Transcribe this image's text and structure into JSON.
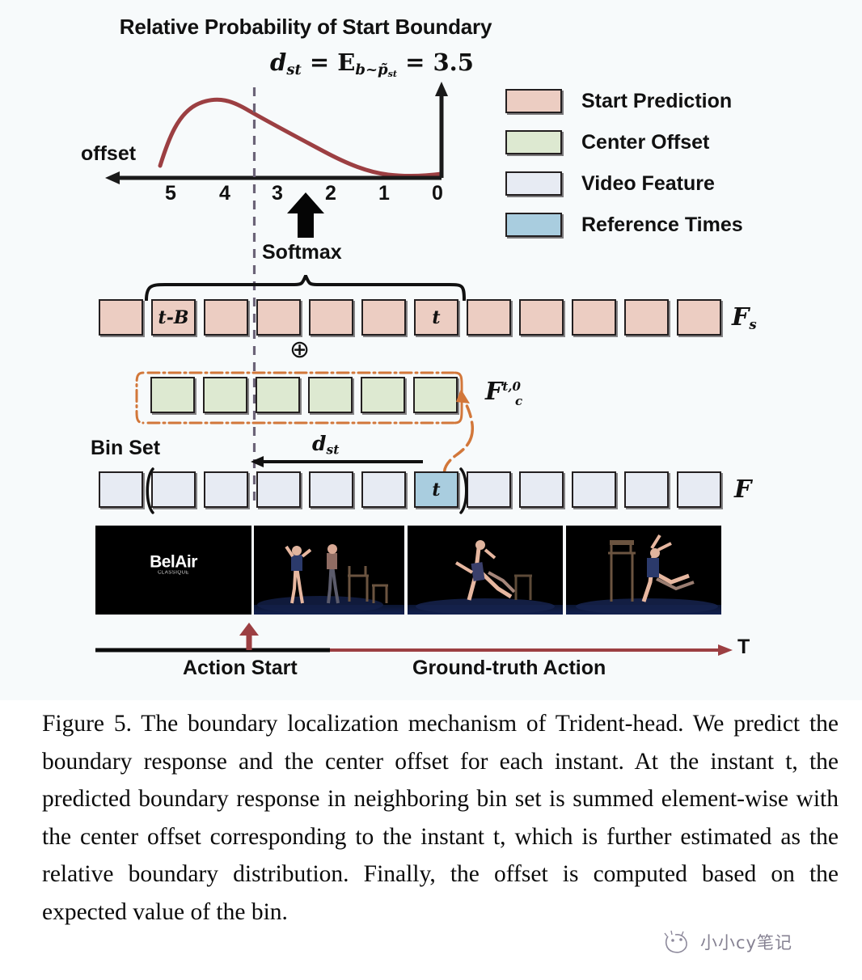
{
  "figure": {
    "title": "Relative Probability of Start Boundary",
    "formula": {
      "lhs": "d",
      "lhs_sub": "st",
      "eq1": " = ",
      "E": "E",
      "E_sub": "b~p̃",
      "E_sub2": "st",
      "eq2": " = ",
      "value": "3.5",
      "plain": "d_st = E_(b~p̃_st) = 3.5"
    },
    "axis": {
      "label": "offset",
      "ticks": [
        "5",
        "4",
        "3",
        "2",
        "1",
        "0"
      ]
    },
    "softmax_label": "Softmax",
    "bin_set_label": "Bin Set",
    "dst_arrow_label": "d",
    "dst_arrow_sub": "st",
    "legend": [
      {
        "label": "Start Prediction",
        "color": "#eccdc2",
        "name": "start-prediction"
      },
      {
        "label": "Center Offset",
        "color": "#dde9d1",
        "name": "center-offset"
      },
      {
        "label": "Video Feature",
        "color": "#e7ebf3",
        "name": "video-feature"
      },
      {
        "label": "Reference Times",
        "color": "#a9cddf",
        "name": "reference-times"
      }
    ],
    "start_prediction_row": {
      "label": "F",
      "label_sub": "s",
      "cells": [
        "",
        "t-B",
        "",
        "",
        "",
        "",
        "t",
        "",
        "",
        "",
        "",
        ""
      ]
    },
    "center_offset_row": {
      "label_base": "F",
      "label_sup": "t,0",
      "label_sub": "c",
      "cells": [
        "",
        "",
        "",
        "",
        "",
        ""
      ]
    },
    "video_feature_row": {
      "label": "F",
      "cells": [
        "",
        "",
        "",
        "",
        "",
        "",
        "t",
        "",
        "",
        "",
        "",
        ""
      ],
      "highlight_index": 6
    },
    "plus_symbol": "⊕",
    "frames": [
      {
        "caption": "BelAir",
        "subcaption": "CLASSIQUE"
      },
      {
        "caption": "",
        "subcaption": ""
      },
      {
        "caption": "",
        "subcaption": ""
      },
      {
        "caption": "",
        "subcaption": ""
      }
    ],
    "timeline": {
      "action_start": "Action Start",
      "ground_truth": "Ground-truth Action",
      "axis_label": "T"
    }
  },
  "chart_data": {
    "type": "line",
    "title": "Relative Probability of Start Boundary",
    "xlabel": "offset",
    "ylabel": "",
    "x": [
      5.6,
      5.0,
      4.4,
      4.1,
      3.8,
      3.5,
      3.0,
      2.5,
      2.0,
      1.5,
      1.0,
      0.6,
      0.3,
      0.0
    ],
    "values": [
      0.06,
      0.54,
      0.92,
      0.99,
      0.97,
      0.93,
      0.86,
      0.79,
      0.7,
      0.58,
      0.37,
      0.16,
      0.08,
      0.06
    ],
    "tick_labels": [
      "5",
      "4",
      "3",
      "2",
      "1",
      "0"
    ],
    "axis_direction": "right-to-left",
    "grid": false,
    "annotations": [
      {
        "text": "d_st = E_{b~p̃_st} = 3.5",
        "at_x": 3.5
      },
      {
        "text": "Softmax",
        "at_x": 2.6
      }
    ],
    "expected_offset": 3.5
  },
  "caption": {
    "text": "Figure 5. The boundary localization mechanism of Trident-head. We predict the boundary response and the center offset for each instant. At the instant t, the predicted boundary response in neighboring bin set is summed element-wise with the center offset corresponding to the instant t, which is further estimated as the relative boundary distribution. Finally, the offset is computed based on the expected value of the bin."
  },
  "watermark": {
    "text": "小小cy笔记"
  }
}
